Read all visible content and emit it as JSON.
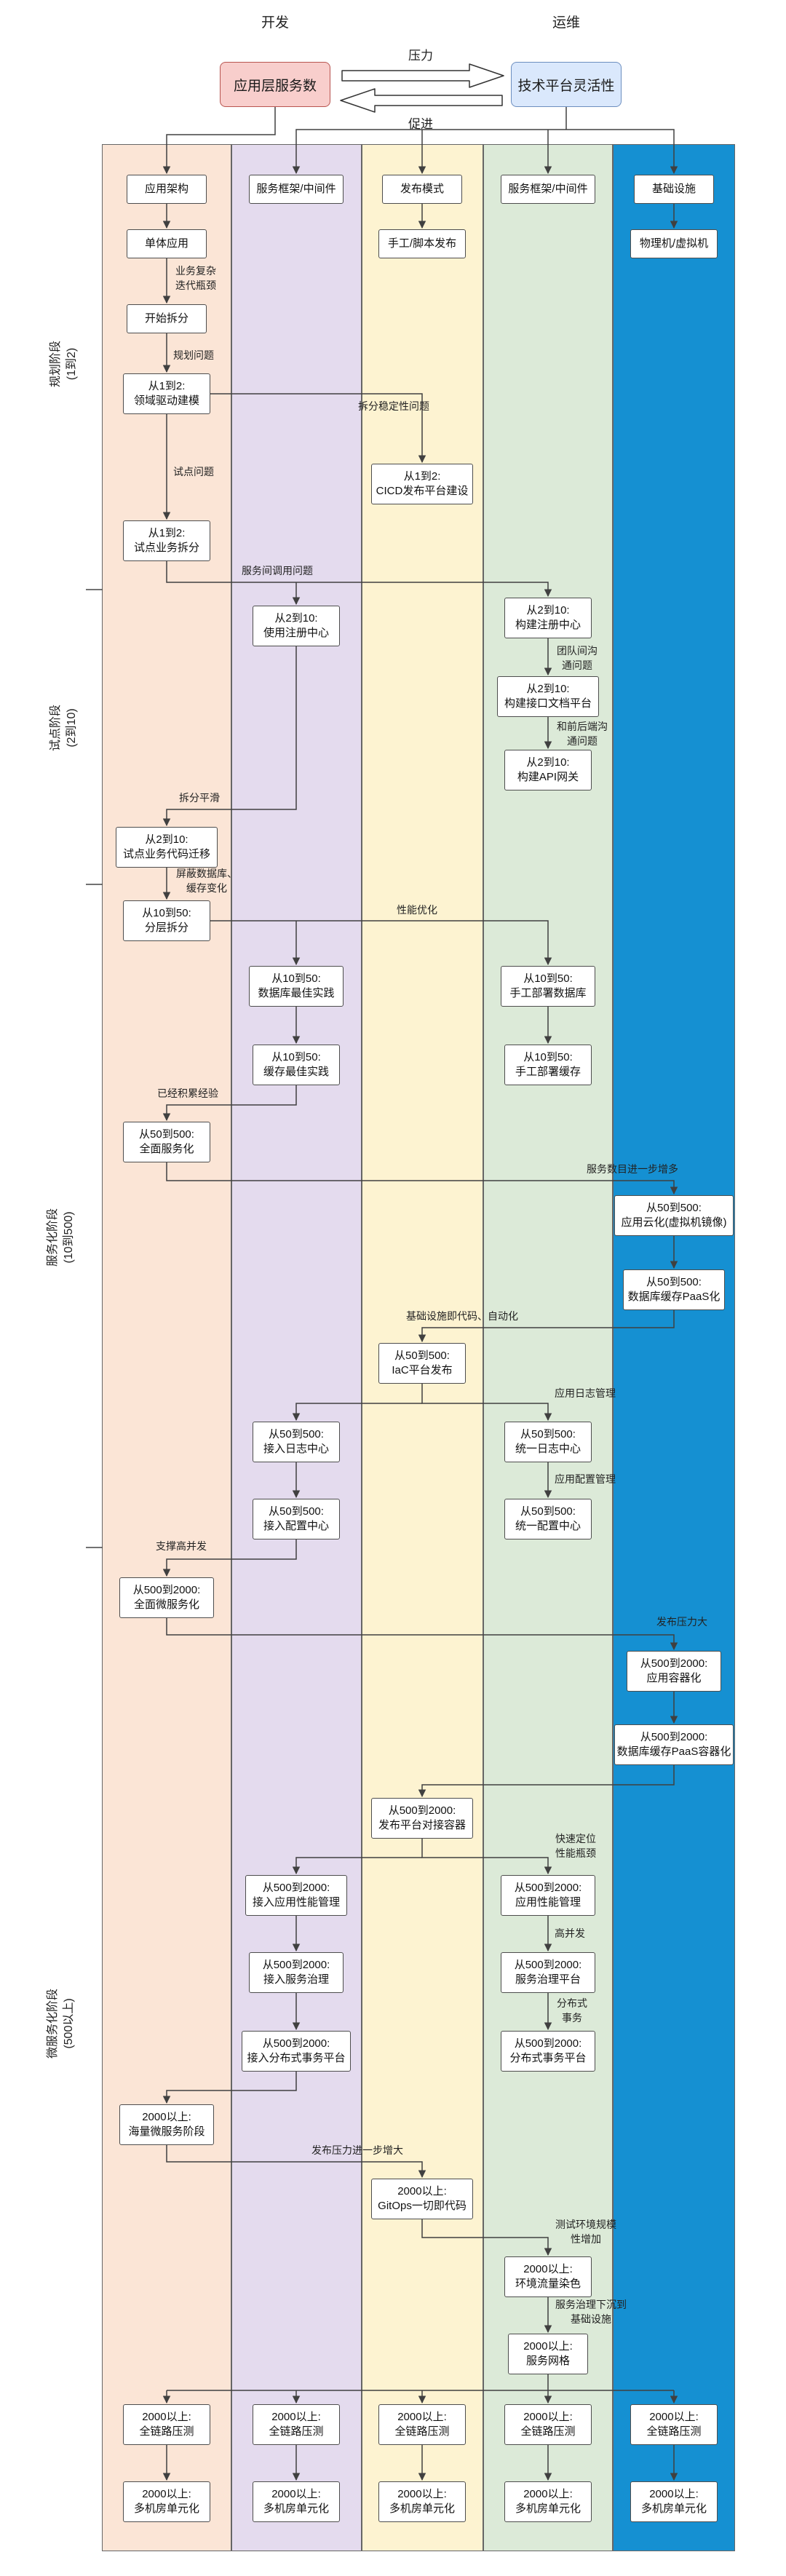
{
  "top": {
    "dev_label": "开发",
    "ops_label": "运维",
    "app_service_count": "应用层服务数",
    "platform_flexibility": "技术平台灵活性",
    "pressure": "压力",
    "promote": "促进"
  },
  "stages": [
    {
      "name": "规划阶段",
      "range": "(1到2)"
    },
    {
      "name": "试点阶段",
      "range": "(2到10)"
    },
    {
      "name": "服务化阶段",
      "range": "(10到500)"
    },
    {
      "name": "微服务化阶段",
      "range": "(500以上)"
    }
  ],
  "lanes": [
    {
      "title": "应用架构",
      "color": "#fbe5d6"
    },
    {
      "title": "服务框架/中间件",
      "color": "#e4dbee"
    },
    {
      "title": "发布模式",
      "color": "#fdf3d1"
    },
    {
      "title": "服务框架/中间件",
      "color": "#dcead8"
    },
    {
      "title": "基础设施",
      "color": "#1590d2"
    }
  ],
  "nodes": {
    "monolith": "单体应用",
    "start_split": "开始拆分",
    "ddd": "从1到2:\n领域驱动建模",
    "pilot_split": "从1到2:\n试点业务拆分",
    "code_migration": "从2到10:\n试点业务代码迁移",
    "layered_split": "从10到50:\n分层拆分",
    "full_servicification": "从50到500:\n全面服务化",
    "full_microservice": "从500到2000:\n全面微服务化",
    "massive_microservice": "2000以上:\n海量微服务阶段",
    "press_test": "2000以上:\n全链路压测",
    "multi_room": "2000以上:\n多机房单元化",
    "reg_center_use": "从2到10:\n使用注册中心",
    "db_best_practice": "从10到50:\n数据库最佳实践",
    "cache_best_practice": "从10到50:\n缓存最佳实践",
    "log_center_access": "从50到500:\n接入日志中心",
    "conf_center_access": "从50到500:\n接入配置中心",
    "apm_access": "从500到2000:\n接入应用性能管理",
    "governance_access": "从500到2000:\n接入服务治理",
    "dtx_access": "从500到2000:\n接入分布式事务平台",
    "manual_script_release": "手工/脚本发布",
    "cicd": "从1到2:\nCICD发布平台建设",
    "iac": "从50到500:\nIaC平台发布",
    "release_container": "从500到2000:\n发布平台对接容器",
    "gitops": "2000以上:\nGitOps一切即代码",
    "reg_center_build": "从2到10:\n构建注册中心",
    "api_doc_platform": "从2到10:\n构建接口文档平台",
    "api_gateway": "从2到10:\n构建API网关",
    "db_manual_deploy": "从10到50:\n手工部署数据库",
    "cache_manual_deploy": "从10到50:\n手工部署缓存",
    "log_center": "从50到500:\n统一日志中心",
    "conf_center": "从50到500:\n统一配置中心",
    "apm": "从500到2000:\n应用性能管理",
    "governance": "从500到2000:\n服务治理平台",
    "dtx_platform": "从500到2000:\n分布式事务平台",
    "env_dye": "2000以上:\n环境流量染色",
    "service_mesh": "2000以上:\n服务网格",
    "physical_vm": "物理机/虚拟机",
    "app_cloud": "从50到500:\n应用云化(虚拟机镜像)",
    "db_cache_paas": "从50到500:\n数据库缓存PaaS化",
    "app_containerize": "从500到2000:\n应用容器化",
    "db_cache_paas_container": "从500到2000:\n数据库缓存PaaS容器化"
  },
  "edge_labels": {
    "biz_bottleneck": "业务复杂迭代瓶颈",
    "planning_issue": "规划问题",
    "pilot_issue": "试点问题",
    "split_stability_issue": "拆分稳定性问题",
    "service_call_issue": "服务间调用问题",
    "team_comm_issue": "团队间沟通问题",
    "frontend_comm_issue": "和前后端沟通问题",
    "split_smooth": "拆分平滑",
    "shield_db_cache": "屏蔽数据库、缓存变化",
    "perf_opt": "性能优化",
    "experience": "已经积累经验",
    "service_count_grow": "服务数目进一步增多",
    "iac_auto": "基础设施即代码、自动化",
    "app_log_mgmt": "应用日志管理",
    "app_conf_mgmt": "应用配置管理",
    "support_high_concurrency": "支撑高并发",
    "release_pressure": "发布压力大",
    "perf_locate": "快速定位性能瓶颈",
    "high_concurrency": "高并发",
    "distributed_tx": "分布式事务",
    "release_pressure_more": "发布压力进一步增大",
    "test_env_grow": "测试环境规模性增加",
    "governance_sink": "服务治理下沉到基础设施"
  },
  "colors": {
    "node_border": "#4d4d4d",
    "edge": "#404040",
    "dev_box_fill": "#f8cecc",
    "dev_box_stroke": "#b85450",
    "ops_box_fill": "#dae8fc",
    "ops_box_stroke": "#6c8ebf"
  }
}
